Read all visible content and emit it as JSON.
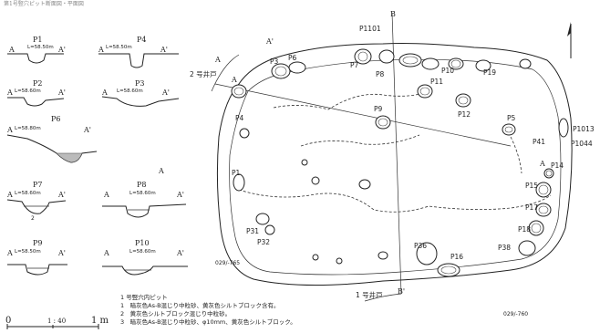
{
  "sections": [
    {
      "id": "p1",
      "name": "P1",
      "level": "L=58.50m",
      "a": "A",
      "ap": "A'"
    },
    {
      "id": "p4",
      "name": "P4",
      "level": "L=58.50m",
      "a": "A",
      "ap": "A'"
    },
    {
      "id": "p2",
      "name": "P2",
      "level": "L=58.60m",
      "a": "A",
      "ap": "A'"
    },
    {
      "id": "p3",
      "name": "P3",
      "level": "L=58.60m",
      "a": "A",
      "ap": "A'"
    },
    {
      "id": "p6",
      "name": "P6",
      "level": "L=58.80m",
      "a": "A",
      "ap": "A'"
    },
    {
      "id": "p7",
      "name": "P7",
      "level": "L=58.60m",
      "a": "A",
      "ap": "A'",
      "layer_mark": "2"
    },
    {
      "id": "p8",
      "name": "P8",
      "level": "L=58.60m",
      "a": "A",
      "ap": "A'"
    },
    {
      "id": "p9",
      "name": "P9",
      "level": "L=58.50m",
      "a": "A",
      "ap": "A'"
    },
    {
      "id": "p10",
      "name": "P10",
      "level": "L=58.60m",
      "a": "A",
      "ap": "A'"
    }
  ],
  "orphan_label": "A",
  "plan_labels": {
    "well2": "2 号井戸",
    "well1": "1 号井戸",
    "pits": [
      "P1101",
      "P3",
      "P6",
      "P7",
      "P8",
      "P10",
      "P19",
      "P11",
      "P12",
      "P9",
      "P5",
      "P41",
      "P1013",
      "P1044",
      "P4",
      "P1",
      "P14",
      "P15",
      "P17",
      "P18",
      "P31",
      "P32",
      "P36",
      "P16",
      "P38"
    ],
    "section_marks": [
      "A",
      "A'",
      "B",
      "B'"
    ],
    "grid_1": "029/-765",
    "grid_2": "029/-760"
  },
  "legend": {
    "title": "1 号竪穴内ピット",
    "items": [
      "1　暗灰色As-B混じり中粒砂、黄灰色シルトブロック含有。",
      "2　黄灰色シルトブロック混じり中粒砂。",
      "3　暗灰色As-B混じり中粒砂、φ10mm、黄灰色シルトブロック。"
    ]
  },
  "scale": {
    "zero": "0",
    "mid": "1 : 40",
    "end": "1 m"
  },
  "top_caption": "第1号竪穴ピット断面図・平面図"
}
